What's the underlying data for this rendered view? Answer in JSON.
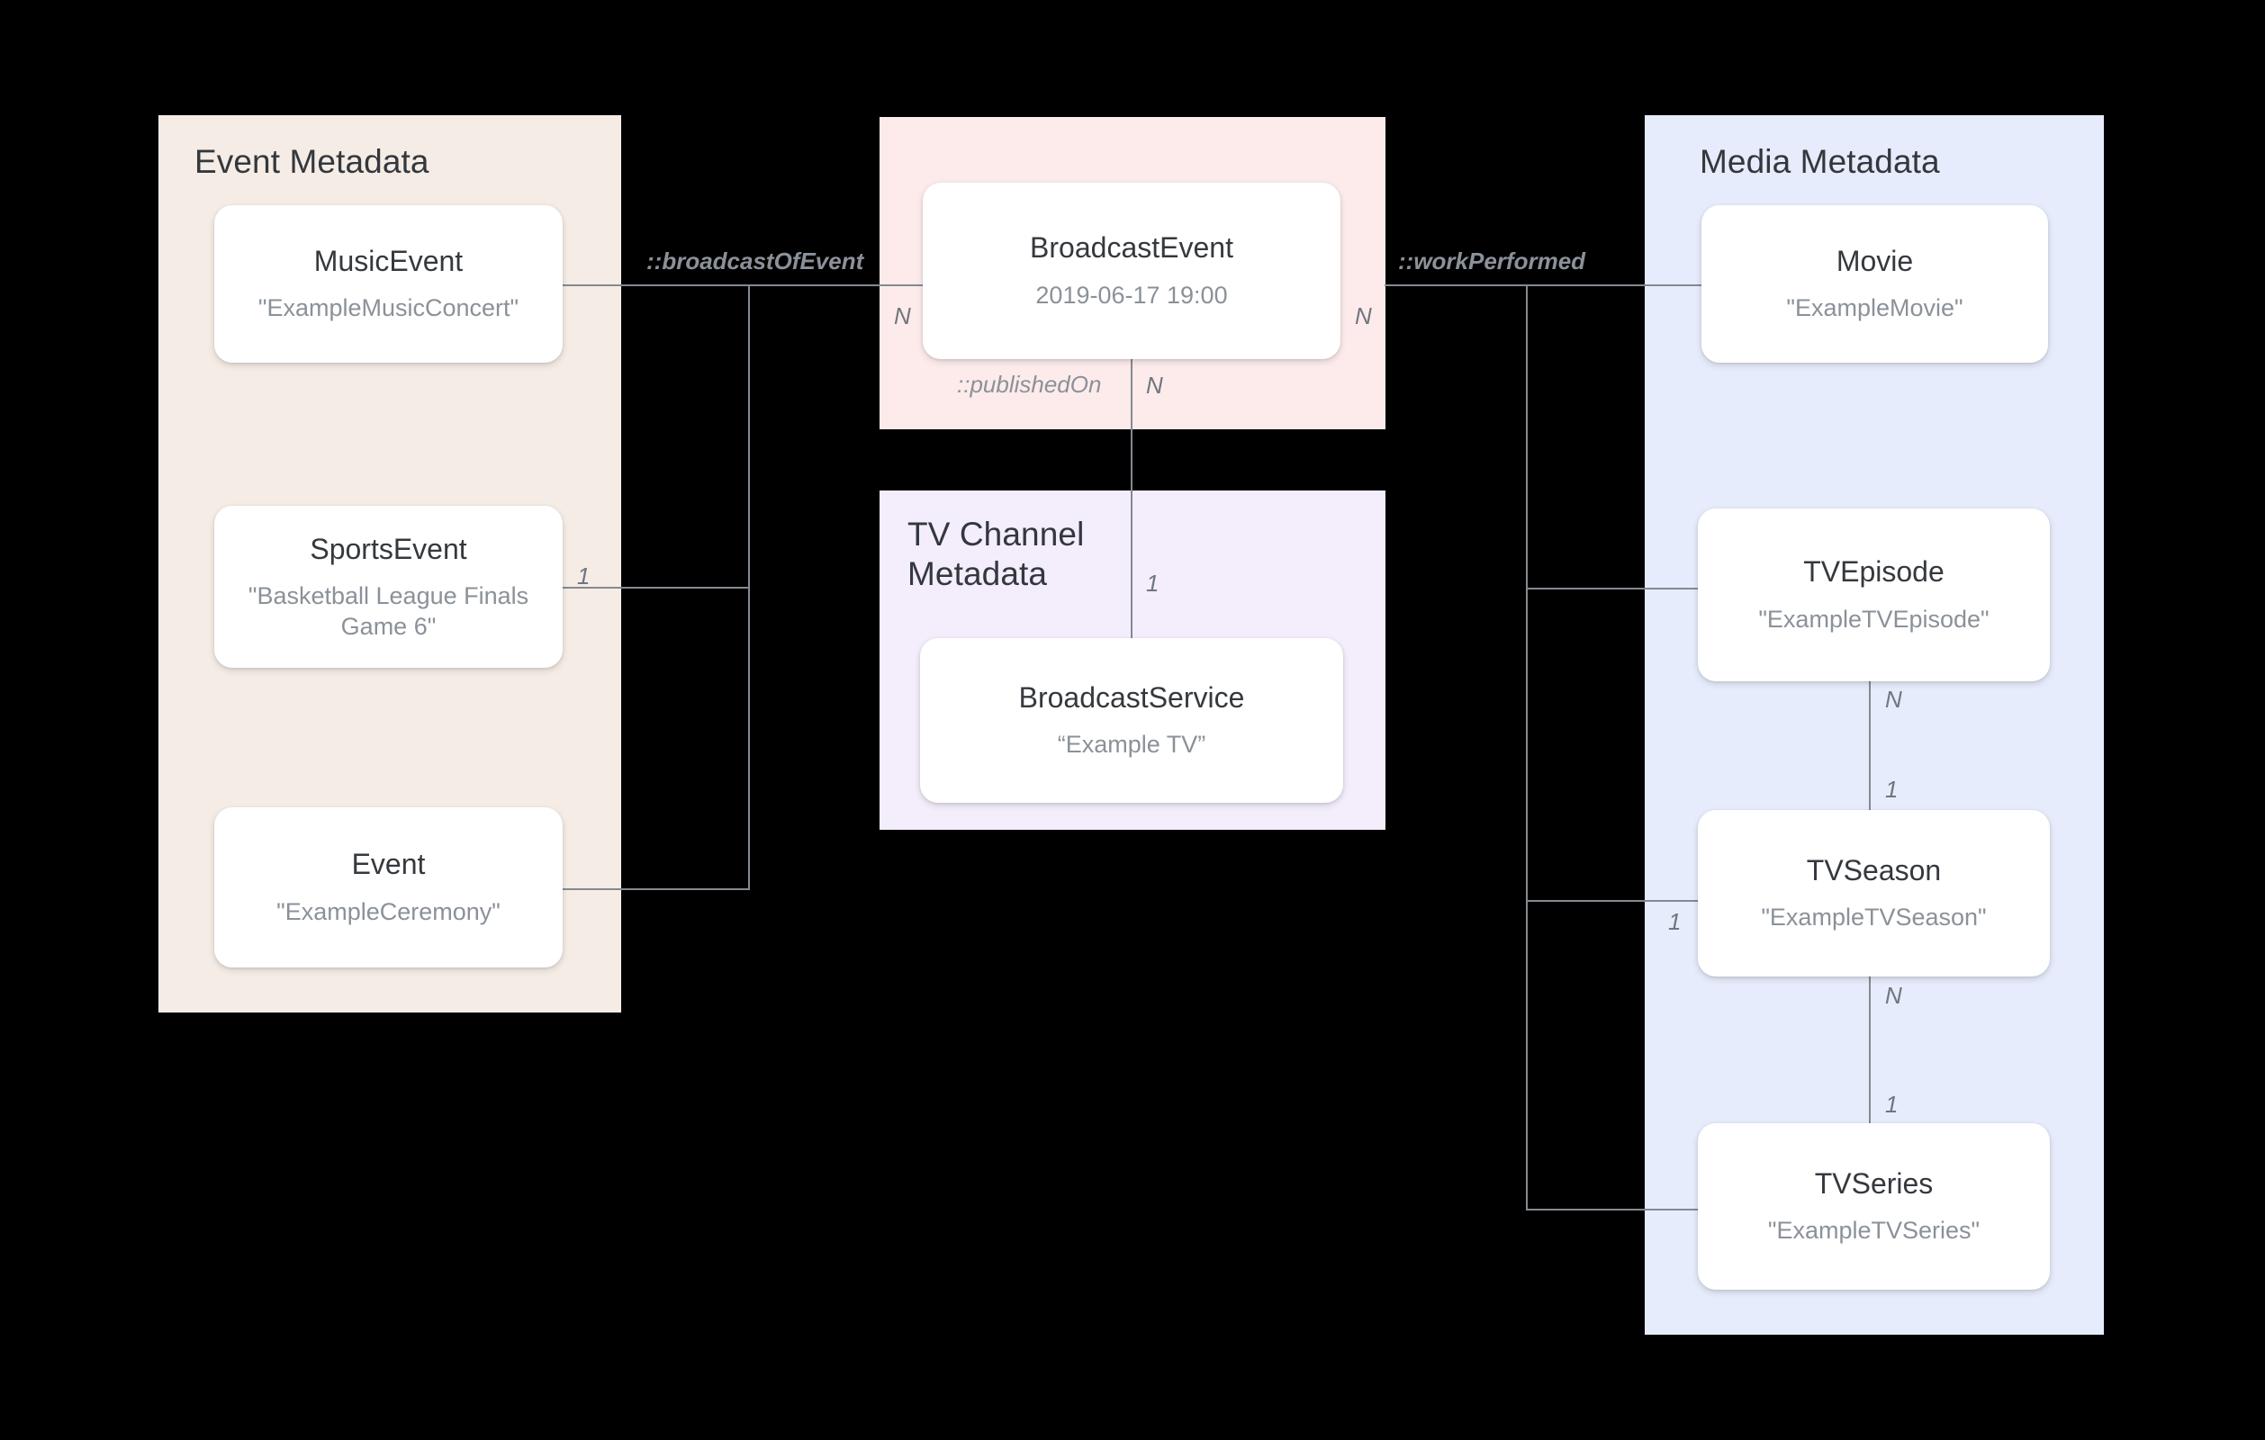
{
  "diagram": {
    "title": "Broadcast schema entity relationship diagram",
    "colors": {
      "event_panel": "#f5ece6",
      "broadcast_panel": "#fdebeb",
      "tvchannel_panel": "#f4edfb",
      "media_panel": "#e6ecfb",
      "card_background": "#ffffff",
      "connector": "#848a92",
      "type_text": "#35393e",
      "value_text": "#8b9199",
      "background": "#000000"
    }
  },
  "panels": {
    "event": {
      "title": "Event Metadata"
    },
    "broadcast": {
      "title": ""
    },
    "tvchannel": {
      "title": "TV Channel\nMetadata"
    },
    "media": {
      "title": "Media Metadata"
    }
  },
  "entities": {
    "music_event": {
      "type": "MusicEvent",
      "value": "\"ExampleMusicConcert\""
    },
    "sports_event": {
      "type": "SportsEvent",
      "value": "\"Basketball League Finals Game 6\""
    },
    "event": {
      "type": "Event",
      "value": "\"ExampleCeremony\""
    },
    "broadcast_event": {
      "type": "BroadcastEvent",
      "value": "2019-06-17 19:00"
    },
    "broadcast_service": {
      "type": "BroadcastService",
      "value": "“Example TV”"
    },
    "movie": {
      "type": "Movie",
      "value": "\"ExampleMovie\""
    },
    "tv_episode": {
      "type": "TVEpisode",
      "value": "\"ExampleTVEpisode\""
    },
    "tv_season": {
      "type": "TVSeason",
      "value": "\"ExampleTVSeason\""
    },
    "tv_series": {
      "type": "TVSeries",
      "value": "\"ExampleTVSeries\""
    }
  },
  "relations": {
    "broadcast_of_event": {
      "label": "::broadcastOfEvent",
      "source_mult": "1",
      "target_mult": "N"
    },
    "work_performed": {
      "label": "::workPerformed",
      "target_mult": "N",
      "season_mult": "1"
    },
    "published_on": {
      "label": "::publishedOn",
      "source_mult": "N",
      "target_mult": "1"
    },
    "episode_season": {
      "source_mult": "N",
      "target_mult": "1"
    },
    "season_series": {
      "source_mult": "N",
      "target_mult": "1"
    }
  }
}
